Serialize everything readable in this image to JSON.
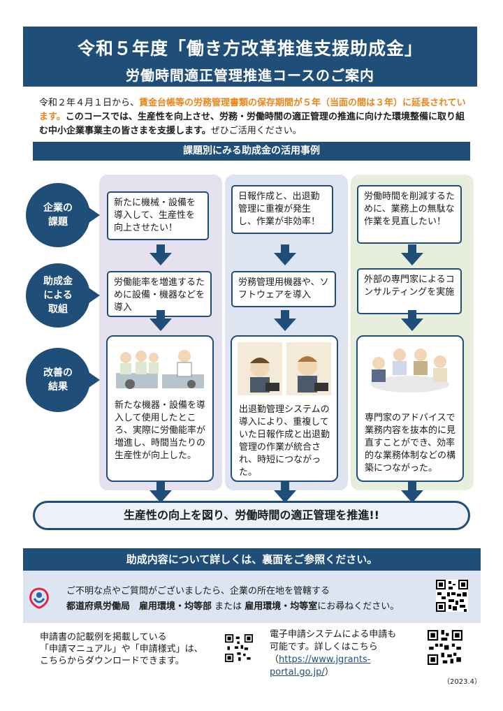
{
  "header": {
    "title_line1": "令和５年度「働き方改革推進支援助成金」",
    "title_line2": "労働時間適正管理推進コースのご案内"
  },
  "intro": {
    "part1": "令和２年４月１日から、",
    "highlight": "賃金台帳等の労務管理書類の保存期間が５年（当面の間は３年）に延長されています。",
    "bold": "このコースでは、生産性を向上させ、労務・労働時間の適正管理の推進に向けた環境整備に取り組む中小企業事業主の皆さまを支援します。",
    "part2": "ぜひご活用ください。"
  },
  "cases_banner": "課題別にみる助成金の活用事例",
  "row_labels": {
    "issue": "企業の\n課題",
    "action": "助成金\nによる\n取組",
    "result": "改善の\n結果"
  },
  "columns": [
    {
      "issue": "新たに機械・設備を導入して、生産性を向上させたい！",
      "action": "労働能率を増進するために設備・機器などを導入",
      "result": "新たな機器・設備を導入して使用したところ、実際に労働能率が増進し、時間当たりの生産性が向上した。"
    },
    {
      "issue": "日報作成と、出退勤管理に重複が発生し、作業が非効率！",
      "action": "労務管理用機器や、ソフトウェアを導入",
      "result": "出退勤管理システムの導入により、重複していた日報作成と出退勤管理の作業が統合され、時短につながった。"
    },
    {
      "issue": "労働時間を削減するために、業務上の無駄な作業を見直したい！",
      "action": "外部の専門家によるコンサルティングを実施",
      "result": "専門家のアドバイスで業務内容を抜本的に見直すことができ、効率的な業務体制などの構築につながった。"
    }
  ],
  "goal": "生産性の向上を図り、労働時間の適正管理を推進!!",
  "detail_banner": "助成内容について詳しくは、裏面をご参照ください。",
  "contact": {
    "line1": "ご不明な点やご質問がございましたら、企業の所在地を管轄する",
    "line2_bold1": "都道府県労働局　雇用環境・均等部",
    "line2_mid": " または ",
    "line2_bold2": "雇用環境・均等室",
    "line2_end": "にお尋ねください。"
  },
  "footer": {
    "left_line1": "申請書の記載例を掲載している",
    "left_line2": "「申請マニュアル」や「申請様式」は、",
    "left_line3": "こちらからダウンロードできます。",
    "right_line1": "電子申請システムによる申請も",
    "right_line2": "可能です。詳しくはこちら",
    "right_open": "（",
    "right_link1": "https://www.jgrants-",
    "right_link2": "portal.go.jp/",
    "right_close": "）",
    "date": "（2023.4）"
  },
  "colors": {
    "navy": "#1f4e79",
    "orange": "#e8861a",
    "col1_bg": "#e5e1ee",
    "col2_bg": "#dfe5f0",
    "col3_bg": "#e7eedc",
    "contact_bg": "#dce5f1"
  },
  "icons": {
    "logo": "mhlw-logo-icon",
    "qr": "qr-code-icon"
  }
}
